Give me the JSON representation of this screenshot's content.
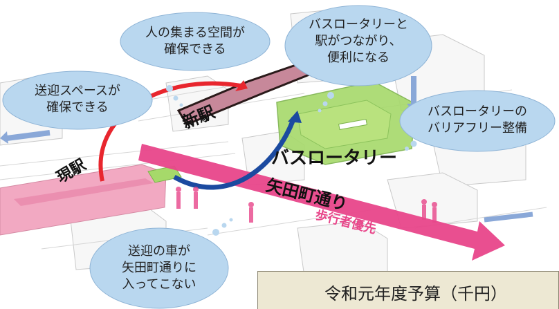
{
  "clouds": {
    "gathering_space": "人の集まる空間が\n確保できる",
    "bus_connect": "バスロータリーと\n駅がつながり、\n便利になる",
    "pickup_space": "送迎スペースが\n確保できる",
    "barrier_free": "バスロータリーの\nバリアフリー整備",
    "cars_not_enter": "送迎の車が\n矢田町通りに\n入ってこない"
  },
  "labels": {
    "new_station": "新駅",
    "current_station": "現駅",
    "bus_rotary": "バスロータリー",
    "yadacho_street": "矢田町通り",
    "pedestrian_priority": "歩行者優先"
  },
  "budget": {
    "title": "令和元年度予算（千円）"
  },
  "colors": {
    "cloud_fill": "#b9d7ef",
    "pink_zone": "#f2a9c2",
    "magenta_arrow": "#e8468a",
    "green_rotary": "#a6d96a",
    "red_arrow": "#e8262e",
    "blue_arrow": "#1b4aa0",
    "new_station_roof": "#c7889a"
  }
}
